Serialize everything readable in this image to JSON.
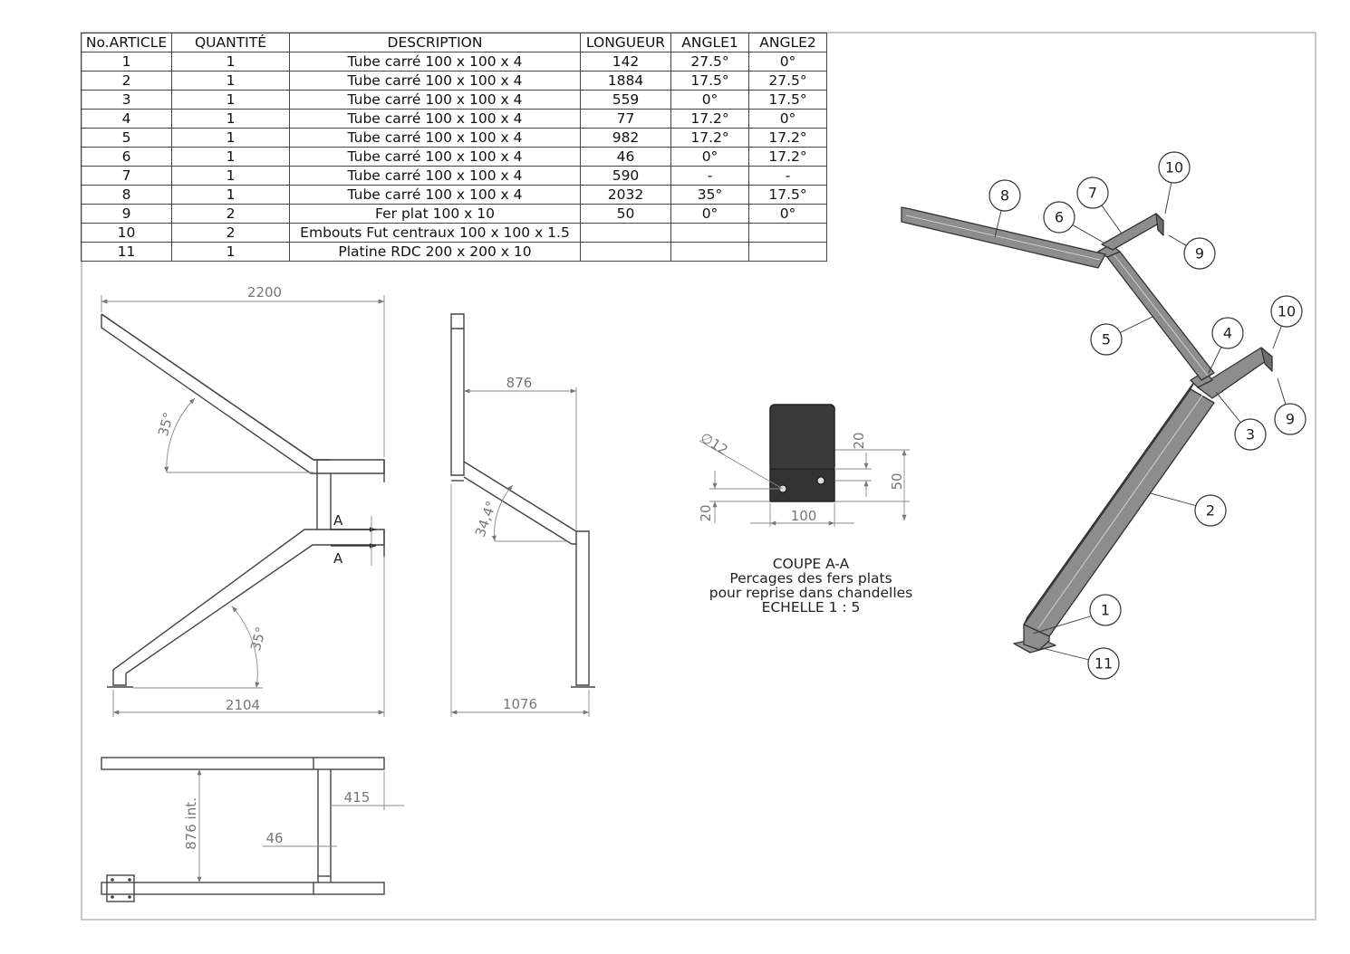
{
  "bom": {
    "headers": [
      "No.ARTICLE",
      "QUANTITÉ",
      "DESCRIPTION",
      "LONGUEUR",
      "ANGLE1",
      "ANGLE2"
    ],
    "rows": [
      [
        "1",
        "1",
        "Tube carré 100 x 100 x 4",
        "142",
        "27.5°",
        "0°"
      ],
      [
        "2",
        "1",
        "Tube carré 100 x 100 x 4",
        "1884",
        "17.5°",
        "27.5°"
      ],
      [
        "3",
        "1",
        "Tube carré 100 x 100 x 4",
        "559",
        "0°",
        "17.5°"
      ],
      [
        "4",
        "1",
        "Tube carré 100 x 100 x 4",
        "77",
        "17.2°",
        "0°"
      ],
      [
        "5",
        "1",
        "Tube carré 100 x 100 x 4",
        "982",
        "17.2°",
        "17.2°"
      ],
      [
        "6",
        "1",
        "Tube carré 100 x 100 x 4",
        "46",
        "0°",
        "17.2°"
      ],
      [
        "7",
        "1",
        "Tube carré 100 x 100 x 4",
        "590",
        "-",
        "-"
      ],
      [
        "8",
        "1",
        "Tube carré 100 x 100 x 4",
        "2032",
        "35°",
        "17.5°"
      ],
      [
        "9",
        "2",
        "Fer plat 100 x 10",
        "50",
        "0°",
        "0°"
      ],
      [
        "10",
        "2",
        "Embouts Fut centraux 100 x 100 x 1.5",
        "",
        "",
        ""
      ],
      [
        "11",
        "1",
        "Platine RDC 200 x 200 x 10",
        "",
        "",
        ""
      ]
    ]
  },
  "dimensions": {
    "front_top_width": "2200",
    "front_top_angle": "35°",
    "front_bottom_angle": "35°",
    "front_bottom_width": "2104",
    "section_marker": "A",
    "side_upper_width": "876",
    "side_angle": "34,4°",
    "side_bottom_width": "1076",
    "top_inner": "876 int.",
    "top_offset": "415",
    "top_post": "46"
  },
  "section": {
    "hole_diameter": "∅12",
    "dim_top": "20",
    "dim_height": "50",
    "dim_bottom": "20",
    "dim_width": "100",
    "caption": [
      "COUPE A-A",
      "Percages des fers plats",
      "pour reprise dans chandelles",
      "ECHELLE 1 : 5"
    ]
  },
  "balloons": [
    "1",
    "2",
    "3",
    "4",
    "5",
    "6",
    "7",
    "8",
    "9",
    "10",
    "11",
    "9",
    "10"
  ]
}
